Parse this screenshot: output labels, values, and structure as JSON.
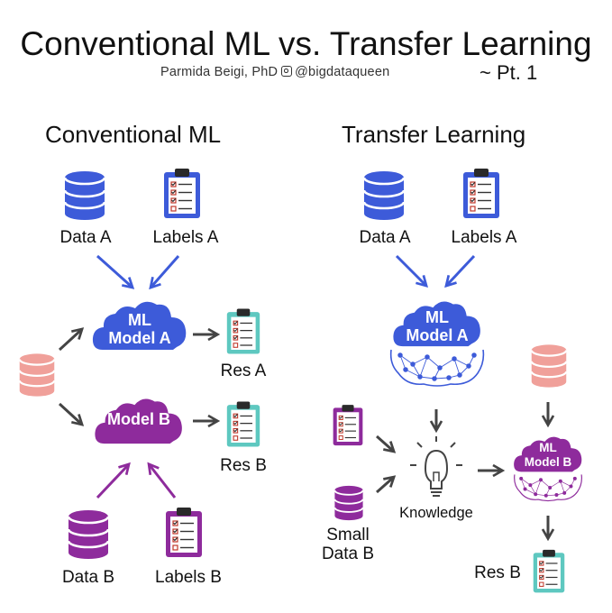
{
  "header": {
    "title": "Conventional ML vs. Transfer Learning",
    "author": "Parmida Beigi, PhD",
    "handle": "@bigdataqueen",
    "part": "~ Pt. 1"
  },
  "left": {
    "heading": "Conventional ML",
    "data_a": "Data A",
    "labels_a": "Labels A",
    "model_a_line1": "ML",
    "model_a_line2": "Model A",
    "res_a": "Res A",
    "model_b": "Model B",
    "res_b": "Res B",
    "data_b": "Data B",
    "labels_b": "Labels B"
  },
  "right": {
    "heading": "Transfer Learning",
    "data_a": "Data A",
    "labels_a": "Labels A",
    "model_a_line1": "ML",
    "model_a_line2": "Model A",
    "knowledge": "Knowledge",
    "small_data_line1": "Small",
    "small_data_line2": "Data B",
    "model_b_line1": "ML",
    "model_b_line2": "Model B",
    "res_b": "Res B"
  },
  "colors": {
    "blue": "#3d5bd9",
    "purple": "#8e2b9c",
    "salmon": "#f0a09a",
    "teal": "#5ec8c0",
    "arrow_gray": "#444444"
  },
  "icons": [
    "database-icon",
    "clipboard-icon",
    "cloud-icon",
    "neural-net-icon",
    "lightbulb-icon",
    "arrow-icon"
  ]
}
